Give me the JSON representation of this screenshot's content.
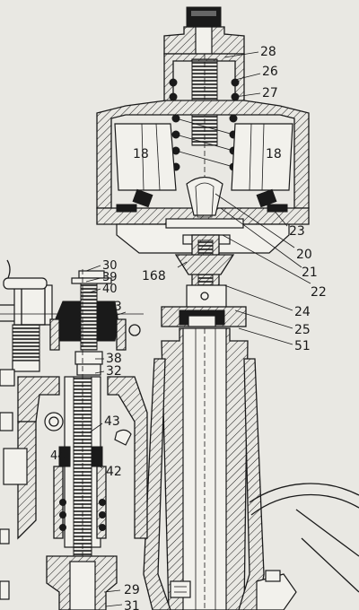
{
  "labels": {
    "l28": "28",
    "l26": "26",
    "l27": "27",
    "l18a": "18",
    "l18b": "18",
    "l23": "23",
    "l20": "20",
    "l21": "21",
    "l22": "22",
    "l168": "168",
    "l24": "24",
    "l25": "25",
    "l51": "51",
    "l30": "30",
    "l39": "39",
    "l40": "40",
    "l33": "33",
    "l38": "38",
    "l32": "32",
    "l43": "43",
    "l44": "44",
    "l42": "42",
    "l29": "29",
    "l31": "31"
  }
}
